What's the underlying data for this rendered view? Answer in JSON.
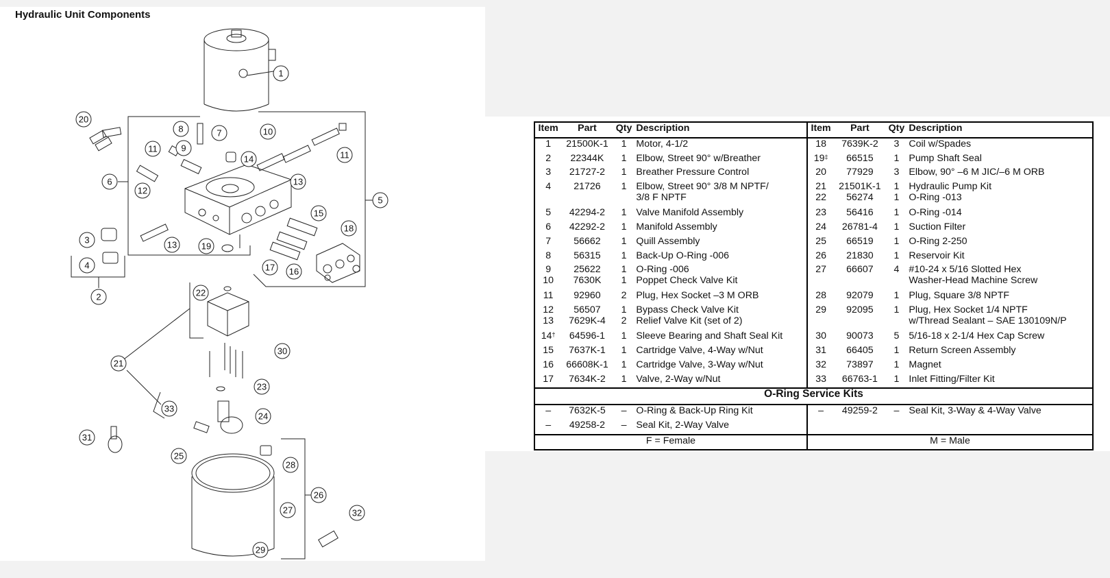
{
  "title": "Hydraulic Unit Components",
  "diagram": {
    "callouts": [
      "1",
      "2",
      "3",
      "4",
      "5",
      "6",
      "7",
      "8",
      "9",
      "10",
      "11",
      "11",
      "12",
      "13",
      "13",
      "14",
      "15",
      "16",
      "17",
      "18",
      "19",
      "20",
      "21",
      "22",
      "23",
      "24",
      "25",
      "26",
      "27",
      "28",
      "29",
      "30",
      "31",
      "32",
      "33"
    ]
  },
  "table": {
    "headers": [
      "Item",
      "Part",
      "Qty",
      "Description",
      "Item",
      "Part",
      "Qty",
      "Description"
    ],
    "rows": [
      {
        "l": {
          "item": "1",
          "part": "21500K-1",
          "qty": "1",
          "desc": "Motor, 4-1/2"
        },
        "r": {
          "item": "18",
          "part": "7639K-2",
          "qty": "3",
          "desc": "Coil w/Spades"
        }
      },
      {
        "l": {
          "item": "2",
          "part": "22344K",
          "qty": "1",
          "desc": "Elbow, Street 90° w/Breather"
        },
        "r": {
          "item": "19",
          "sup": "‡",
          "part": "66515",
          "qty": "1",
          "desc": "Pump Shaft Seal"
        }
      },
      {
        "l": {
          "item": "3",
          "part": "21727-2",
          "qty": "1",
          "desc": "Breather Pressure Control"
        },
        "r": {
          "item": "20",
          "part": "77929",
          "qty": "3",
          "desc": "Elbow, 90° –6 M JIC/–6 M ORB"
        }
      },
      {
        "l": {
          "item": "4",
          "part": "21726",
          "qty": "1",
          "desc": "Elbow, Street 90° 3/8 M NPTF/",
          "desc2": "3/8 F NPTF"
        },
        "r": {
          "item": "21",
          "part": "21501K-1",
          "qty": "1",
          "desc": "Hydraulic Pump Kit",
          "item2": "22",
          "part2": "56274",
          "qty2": "1",
          "desc2": "O-Ring -013"
        }
      },
      {
        "l": {
          "item": "5",
          "part": "42294-2",
          "qty": "1",
          "desc": "Valve Manifold Assembly"
        },
        "r": {
          "item": "23",
          "part": "56416",
          "qty": "1",
          "desc": "O-Ring -014"
        }
      },
      {
        "l": {
          "item": "6",
          "part": "42292-2",
          "qty": "1",
          "desc": "Manifold Assembly"
        },
        "r": {
          "item": "24",
          "part": "26781-4",
          "qty": "1",
          "desc": "Suction Filter"
        }
      },
      {
        "l": {
          "item": "7",
          "part": "56662",
          "qty": "1",
          "desc": "Quill Assembly"
        },
        "r": {
          "item": "25",
          "part": "66519",
          "qty": "1",
          "desc": "O-Ring 2-250"
        }
      },
      {
        "l": {
          "item": "8",
          "part": "56315",
          "qty": "1",
          "desc": "Back-Up O-Ring -006"
        },
        "r": {
          "item": "26",
          "part": "21830",
          "qty": "1",
          "desc": "Reservoir Kit"
        }
      },
      {
        "l": {
          "item": "9",
          "part": "25622",
          "qty": "1",
          "desc": "O-Ring -006",
          "item2": "10",
          "part2": "7630K",
          "qty2": "1",
          "desc2": "Poppet Check Valve Kit"
        },
        "r": {
          "item": "27",
          "part": "66607",
          "qty": "4",
          "desc": "#10-24 x 5/16 Slotted Hex",
          "desc2": "Washer-Head Machine Screw"
        }
      },
      {
        "l": {
          "item": "11",
          "part": "92960",
          "qty": "2",
          "desc": "Plug, Hex Socket –3 M ORB"
        },
        "r": {
          "item": "28",
          "part": "92079",
          "qty": "1",
          "desc": "Plug, Square 3/8 NPTF"
        }
      },
      {
        "l": {
          "item": "12",
          "part": "56507",
          "qty": "1",
          "desc": "Bypass Check Valve Kit",
          "item2": "13",
          "part2": "7629K-4",
          "qty2": "2",
          "desc2": "Relief Valve Kit (set of 2)"
        },
        "r": {
          "item": "29",
          "part": "92095",
          "qty": "1",
          "desc": "Plug, Hex Socket 1/4 NPTF",
          "desc2": "w/Thread Sealant – SAE 130109N/P"
        }
      },
      {
        "l": {
          "item": "14",
          "sup": "†",
          "part": "64596-1",
          "qty": "1",
          "desc": "Sleeve Bearing and Shaft Seal Kit"
        },
        "r": {
          "item": "30",
          "part": "90073",
          "qty": "5",
          "desc": "5/16-18 x 2-1/4 Hex Cap Screw"
        }
      },
      {
        "l": {
          "item": "15",
          "part": "7637K-1",
          "qty": "1",
          "desc": "Cartridge Valve, 4-Way w/Nut"
        },
        "r": {
          "item": "31",
          "part": "66405",
          "qty": "1",
          "desc": "Return Screen Assembly"
        }
      },
      {
        "l": {
          "item": "16",
          "part": "66608K-1",
          "qty": "1",
          "desc": "Cartridge Valve, 3-Way w/Nut"
        },
        "r": {
          "item": "32",
          "part": "73897",
          "qty": "1",
          "desc": "Magnet"
        }
      },
      {
        "l": {
          "item": "17",
          "part": "7634K-2",
          "qty": "1",
          "desc": "Valve, 2-Way w/Nut"
        },
        "r": {
          "item": "33",
          "part": "66763-1",
          "qty": "1",
          "desc": "Inlet Fitting/Filter Kit"
        }
      }
    ],
    "kits_title": "O-Ring Service Kits",
    "kits": [
      {
        "l": {
          "item": "–",
          "part": "7632K-5",
          "qty": "–",
          "desc": "O-Ring & Back-Up Ring Kit"
        },
        "r": {
          "item": "–",
          "part": "49259-2",
          "qty": "–",
          "desc": "Seal Kit, 3-Way & 4-Way Valve"
        }
      },
      {
        "l": {
          "item": "–",
          "part": "49258-2",
          "qty": "–",
          "desc": "Seal Kit, 2-Way Valve"
        },
        "r": {
          "item": "",
          "part": "",
          "qty": "",
          "desc": ""
        }
      }
    ],
    "legend": {
      "female": "F = Female",
      "male": "M = Male"
    }
  }
}
